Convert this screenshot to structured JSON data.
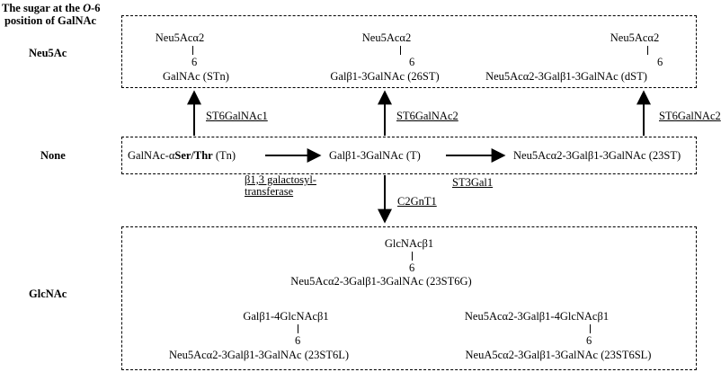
{
  "header": {
    "line1": "The sugar at the ",
    "line1_italic": "O",
    "line1_end": "-6",
    "line2": "position of GalNAc"
  },
  "rows": {
    "neu5ac_label": "Neu5Ac",
    "none_label": "None",
    "glcnac_label": "GlcNAc"
  },
  "neu5ac_structures": {
    "stn_top": "Neu5Acα2",
    "stn_pos": "6",
    "stn_base": "GalNAc (STn)",
    "st26_top": "Neu5Acα2",
    "st26_pos": "6",
    "st26_base": "Galβ1-3GalNAc (26ST)",
    "dst_top": "Neu5Acα2",
    "dst_pos": "6",
    "dst_base": "Neu5Acα2-3Galβ1-3GalNAc (dST)"
  },
  "none_structures": {
    "tn_prefix": "GalNAc-α",
    "tn_bold": "Ser/Thr",
    "tn_suffix": " (Tn)",
    "t": "Galβ1-3GalNAc (T)",
    "st23": "Neu5Acα2-3Galβ1-3GalNAc (23ST)"
  },
  "enzymes": {
    "st6galnac1": "ST6GalNAc1",
    "st6galnac2_a": "ST6GalNAc2",
    "st6galnac2_b": "ST6GalNAc2",
    "b13_line1": "β1,3 galactosyl-",
    "b13_line2": "transferase",
    "st3gal1": "ST3Gal1",
    "c2gnt1": "C2GnT1"
  },
  "glcnac_structures": {
    "st6g_top": "GlcNAcβ1",
    "st6g_pos": "6",
    "st6g_base": "Neu5Acα2-3Galβ1-3GalNAc (23ST6G)",
    "st6l_top": "Galβ1-4GlcNAcβ1",
    "st6l_pos": "6",
    "st6l_base": "Neu5Acα2-3Galβ1-3GalNAc (23ST6L)",
    "st6sl_top": "Neu5Acα2-3Galβ1-4GlcNAcβ1",
    "st6sl_pos": "6",
    "st6sl_base": "NeuA5cα2-3Galβ1-3GalNAc (23ST6SL)"
  }
}
